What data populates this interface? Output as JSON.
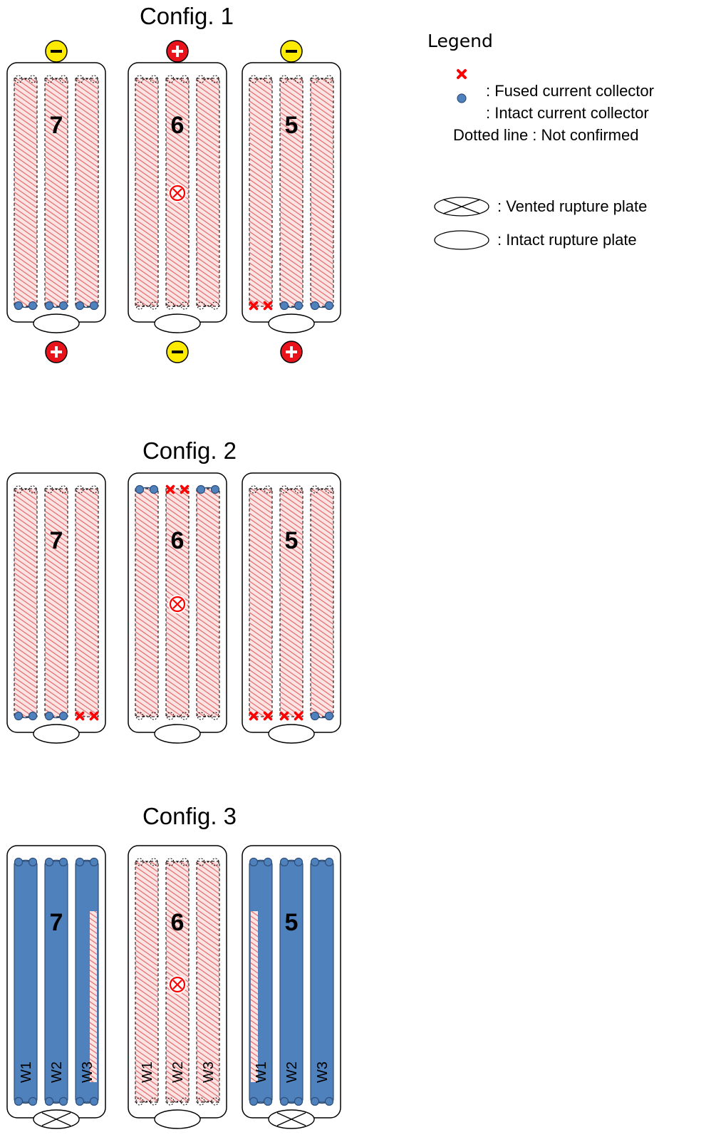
{
  "legend": {
    "title": "Legend",
    "fused": ": Fused current collector",
    "intact": ": Intact current collector",
    "dotted": "Dotted line : Not confirmed",
    "vented": ": Vented rupture plate",
    "intact_plate": ": Intact rupture plate"
  },
  "colors": {
    "hatch": "#e06a6a",
    "hatch_bg": "#fde4e4",
    "intact_fill": "#4f81bd",
    "intact_stroke": "#2f4f7a",
    "fused": "#ff0000",
    "plus": "#e8131b",
    "minus": "#ffeb00"
  },
  "configs": [
    {
      "title": "Config. 1",
      "top_terminals": [
        "minus",
        "plus",
        "minus"
      ],
      "bottom_terminals": [
        "plus",
        "minus",
        "plus"
      ],
      "cells": [
        {
          "number": "7",
          "vent_mark": false,
          "rupture_plate": "intact",
          "windings": [
            {
              "fill": "hatch",
              "dashed": true,
              "top": "unknown",
              "bottom": "intact"
            },
            {
              "fill": "hatch",
              "dashed": true,
              "top": "unknown",
              "bottom": "intact"
            },
            {
              "fill": "hatch",
              "dashed": true,
              "top": "unknown",
              "bottom": "intact"
            }
          ]
        },
        {
          "number": "6",
          "vent_mark": true,
          "rupture_plate": "intact",
          "windings": [
            {
              "fill": "hatch",
              "dashed": true,
              "top": "unknown",
              "bottom": "unknown"
            },
            {
              "fill": "hatch",
              "dashed": true,
              "top": "unknown",
              "bottom": "unknown"
            },
            {
              "fill": "hatch",
              "dashed": true,
              "top": "unknown",
              "bottom": "unknown"
            }
          ]
        },
        {
          "number": "5",
          "vent_mark": false,
          "rupture_plate": "intact",
          "windings": [
            {
              "fill": "hatch",
              "dashed": true,
              "top": "unknown",
              "bottom": "fused"
            },
            {
              "fill": "hatch",
              "dashed": true,
              "top": "unknown",
              "bottom": "intact"
            },
            {
              "fill": "hatch",
              "dashed": true,
              "top": "unknown",
              "bottom": "intact"
            }
          ]
        }
      ]
    },
    {
      "title": "Config. 2",
      "top_terminals": [],
      "bottom_terminals": [],
      "cells": [
        {
          "number": "7",
          "vent_mark": false,
          "rupture_plate": "intact",
          "windings": [
            {
              "fill": "hatch",
              "dashed": true,
              "top": "unknown",
              "bottom": "intact"
            },
            {
              "fill": "hatch",
              "dashed": true,
              "top": "unknown",
              "bottom": "intact"
            },
            {
              "fill": "hatch",
              "dashed": true,
              "top": "unknown",
              "bottom": "fused"
            }
          ]
        },
        {
          "number": "6",
          "vent_mark": true,
          "rupture_plate": "intact",
          "windings": [
            {
              "fill": "hatch",
              "dashed": true,
              "top": "intact",
              "bottom": "unknown"
            },
            {
              "fill": "hatch",
              "dashed": true,
              "top": "fused",
              "bottom": "unknown"
            },
            {
              "fill": "hatch",
              "dashed": true,
              "top": "intact",
              "bottom": "unknown"
            }
          ]
        },
        {
          "number": "5",
          "vent_mark": false,
          "rupture_plate": "intact",
          "windings": [
            {
              "fill": "hatch",
              "dashed": true,
              "top": "unknown",
              "bottom": "fused"
            },
            {
              "fill": "hatch",
              "dashed": true,
              "top": "unknown",
              "bottom": "fused"
            },
            {
              "fill": "hatch",
              "dashed": true,
              "top": "unknown",
              "bottom": "intact"
            }
          ]
        }
      ]
    },
    {
      "title": "Config. 3",
      "top_terminals": [],
      "bottom_terminals": [],
      "cells": [
        {
          "number": "7",
          "vent_mark": false,
          "rupture_plate": "vented",
          "windings": [
            {
              "fill": "blue",
              "dashed": false,
              "top": "intact",
              "bottom": "intact",
              "label": "W1"
            },
            {
              "fill": "blue",
              "dashed": false,
              "top": "intact",
              "bottom": "intact",
              "label": "W2"
            },
            {
              "fill": "blue",
              "dashed": false,
              "top": "intact",
              "bottom": "intact",
              "label": "W3",
              "stripe": "right"
            }
          ]
        },
        {
          "number": "6",
          "vent_mark": true,
          "rupture_plate": "intact",
          "windings": [
            {
              "fill": "hatch",
              "dashed": true,
              "top": "unknown",
              "bottom": "unknown",
              "label": "W1"
            },
            {
              "fill": "hatch",
              "dashed": true,
              "top": "unknown",
              "bottom": "unknown",
              "label": "W2"
            },
            {
              "fill": "hatch",
              "dashed": true,
              "top": "unknown",
              "bottom": "unknown",
              "label": "W3"
            }
          ]
        },
        {
          "number": "5",
          "vent_mark": false,
          "rupture_plate": "vented",
          "windings": [
            {
              "fill": "blue",
              "dashed": false,
              "top": "intact",
              "bottom": "intact",
              "label": "W1",
              "stripe": "left"
            },
            {
              "fill": "blue",
              "dashed": false,
              "top": "intact",
              "bottom": "intact",
              "label": "W2"
            },
            {
              "fill": "blue",
              "dashed": false,
              "top": "intact",
              "bottom": "intact",
              "label": "W3"
            }
          ]
        }
      ]
    }
  ]
}
